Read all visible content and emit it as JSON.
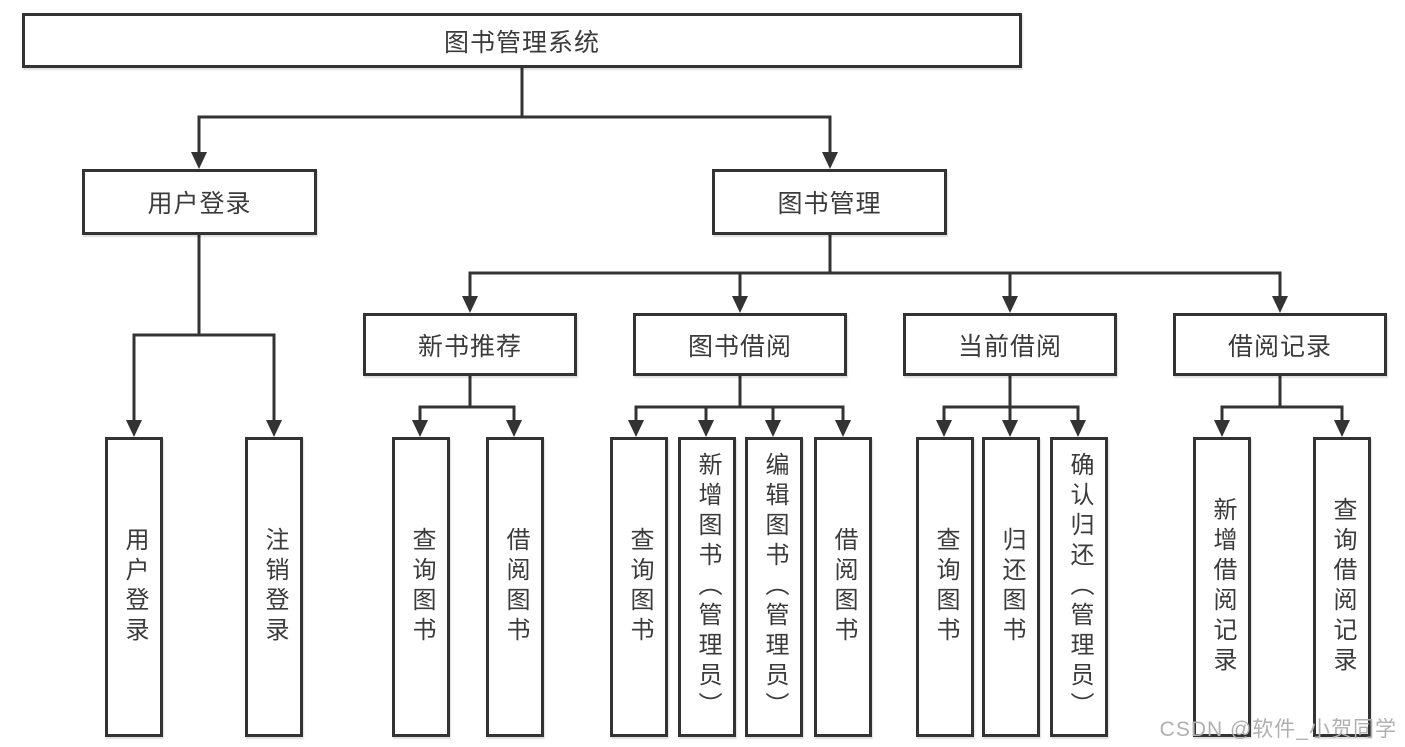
{
  "title_node": {
    "label": "图书管理系统"
  },
  "level2": [
    {
      "label": "用户登录",
      "children": [
        {
          "label": "用户登录"
        },
        {
          "label": "注销登录"
        }
      ]
    },
    {
      "label": "图书管理"
    }
  ],
  "level3": [
    {
      "label": "新书推荐",
      "children": [
        {
          "label": "查询图书"
        },
        {
          "label": "借阅图书"
        }
      ]
    },
    {
      "label": "图书借阅",
      "children": [
        {
          "label": "查询图书"
        },
        {
          "label": "新增图书（管理员）"
        },
        {
          "label": "编辑图书（管理员）"
        },
        {
          "label": "借阅图书"
        }
      ]
    },
    {
      "label": "当前借阅",
      "children": [
        {
          "label": "查询图书"
        },
        {
          "label": "归还图书"
        },
        {
          "label": "确认归还（管理员）"
        }
      ]
    },
    {
      "label": "借阅记录",
      "children": [
        {
          "label": "新增借阅记录"
        },
        {
          "label": "查询借阅记录"
        }
      ]
    }
  ],
  "watermark": {
    "text": "CSDN @软件_小贺同学"
  },
  "colors": {
    "line": "#333333",
    "text": "#3b3b3b",
    "background": "#ffffff",
    "watermark": "#b0b0b0"
  }
}
